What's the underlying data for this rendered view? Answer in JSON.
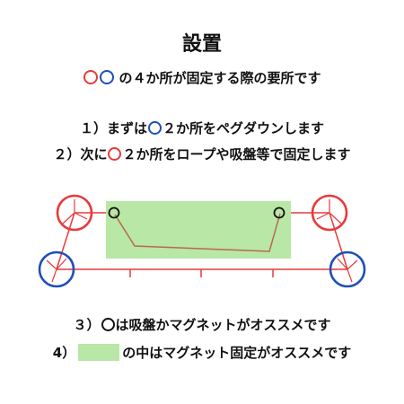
{
  "title": "設置",
  "subtitle": {
    "suffix": "の４か所が固定する際の要所です"
  },
  "steps": [
    {
      "prefix": "１）まずは",
      "suffix": "２か所をペグダウンします"
    },
    {
      "prefix": "２）次に",
      "suffix": "２か所をロープや吸盤等で固定します"
    },
    {
      "prefix": "３）",
      "suffix": "は吸盤かマグネットがオススメです"
    },
    {
      "prefix": "4）",
      "suffix": "の中はマグネット固定がオススメです"
    }
  ],
  "colors": {
    "red": "#e83a3a",
    "blue": "#1f4fb8",
    "green": "#b9e7a5",
    "brown": "#b86a4a",
    "black": "#111111"
  }
}
